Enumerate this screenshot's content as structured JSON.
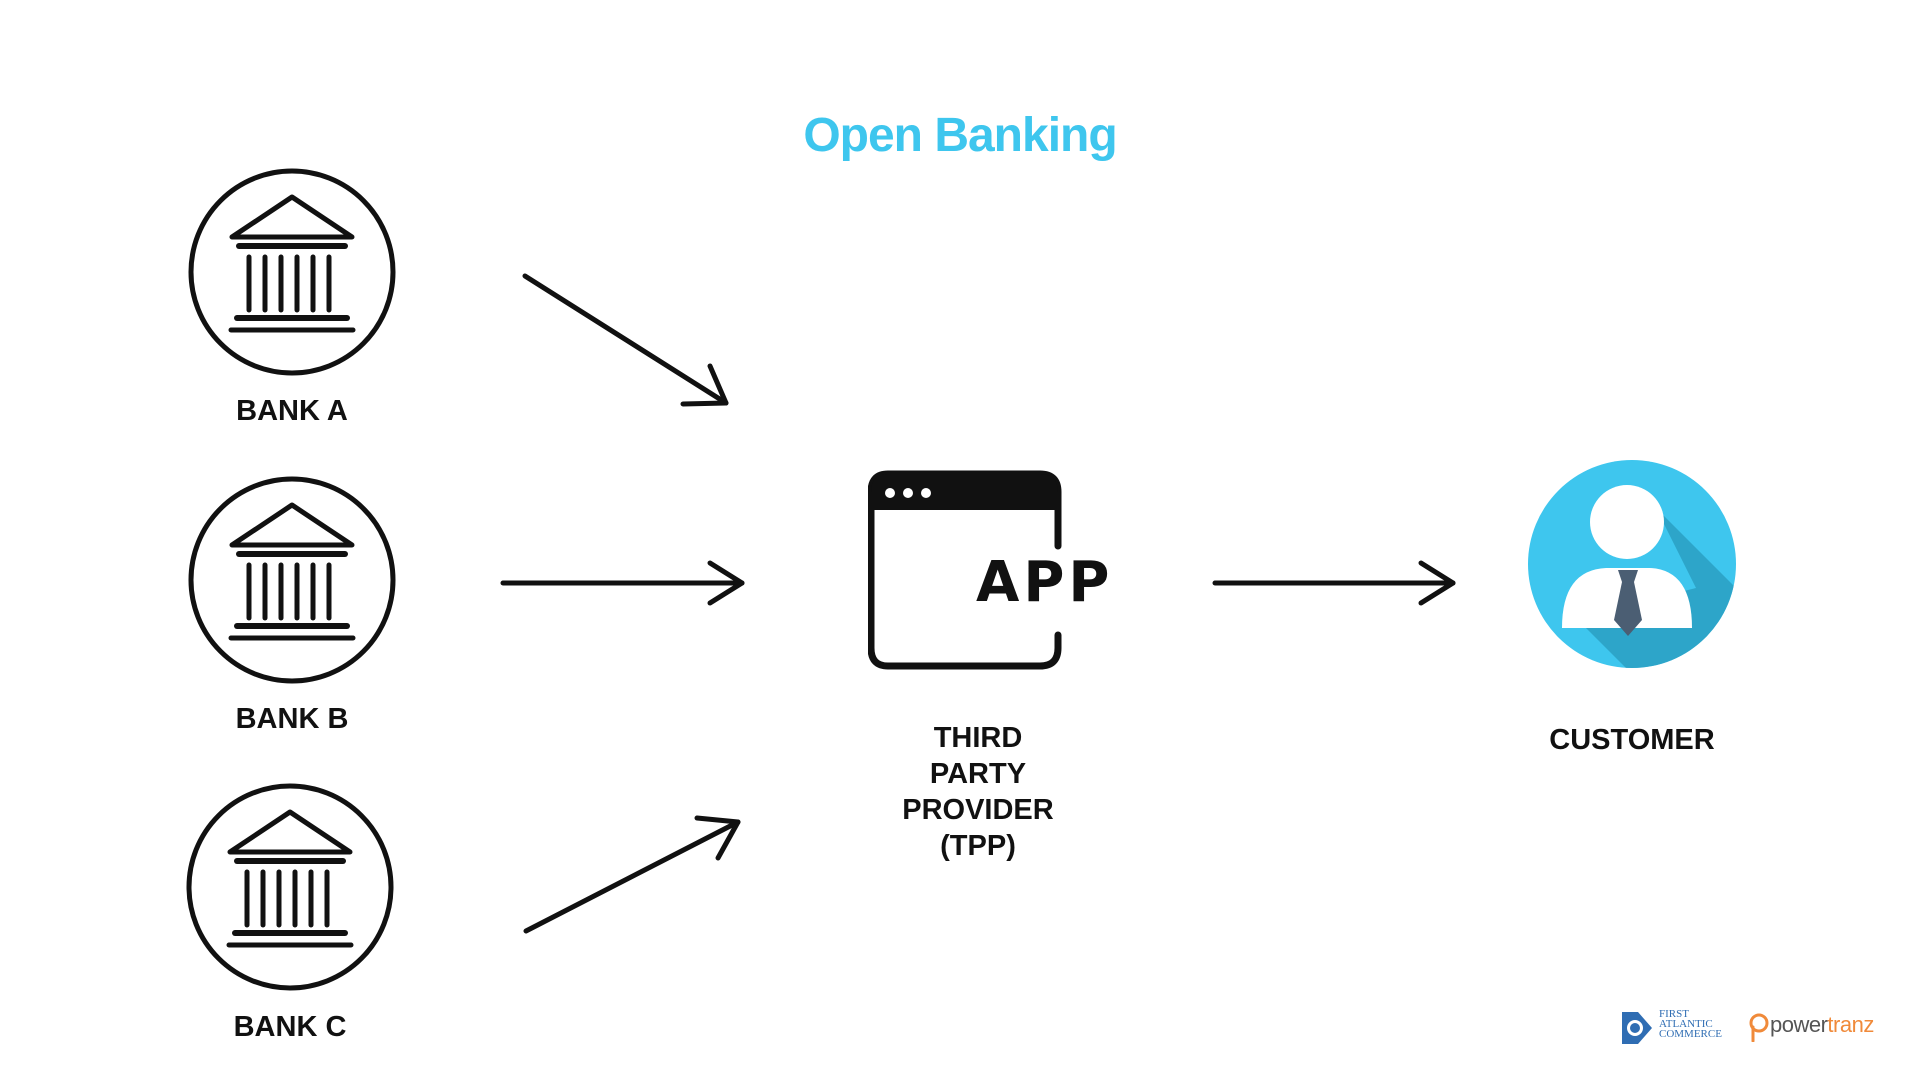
{
  "title": "Open Banking",
  "colors": {
    "title": "#3ec6ee",
    "ink": "#111111",
    "customer_bg": "#3ec6ee",
    "customer_shadow": "#2a9fc2",
    "tie": "#4b5e73"
  },
  "banks": [
    {
      "label": "BANK A",
      "icon": "bank-building-icon"
    },
    {
      "label": "BANK B",
      "icon": "bank-building-icon"
    },
    {
      "label": "BANK C",
      "icon": "bank-building-icon"
    }
  ],
  "tpp": {
    "icon": "app-window-icon",
    "app_text": "APP",
    "label_lines": [
      "THIRD",
      "PARTY",
      "PROVIDER",
      "(TPP)"
    ]
  },
  "customer": {
    "icon": "customer-avatar-icon",
    "label": "CUSTOMER"
  },
  "logos": {
    "fac_lines": [
      "FIRST",
      "ATLANTIC",
      "COMMERCE"
    ],
    "powertranz_main": "power",
    "powertranz_accent": "tranz"
  }
}
